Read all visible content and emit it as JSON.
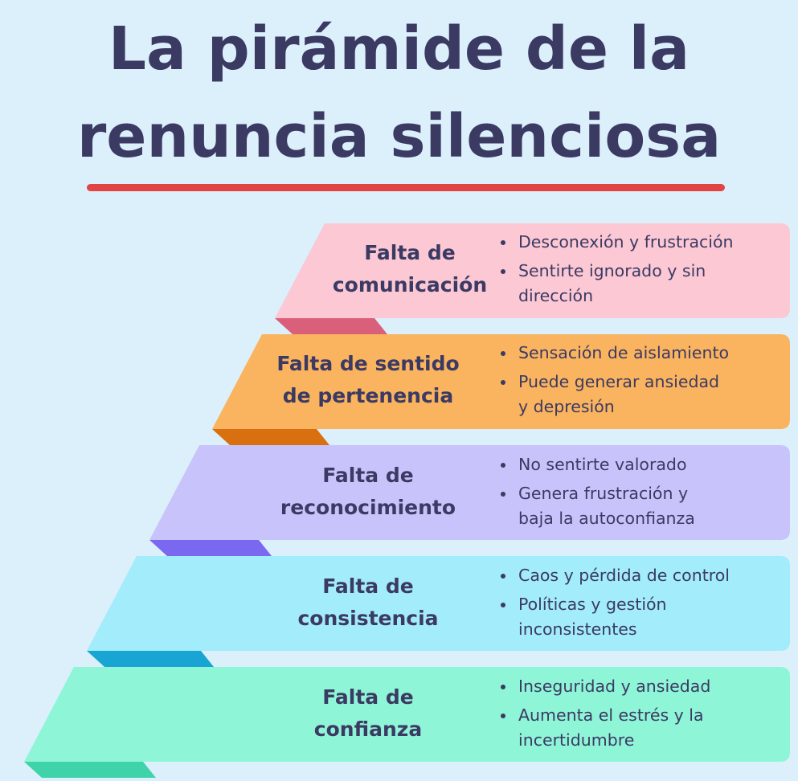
{
  "title": {
    "line1": "La pirámide de la",
    "line2": "renuncia silenciosa"
  },
  "colors": {
    "background": "#dcf0fb",
    "text": "#3b3a63",
    "underline": "#e24444"
  },
  "levels": [
    {
      "title_line1": "Falta de",
      "title_line2": "comunicación",
      "bullet1": "Desconexión y frustración",
      "bullet2_line1": "Sentirte ignorado y sin",
      "bullet2_line2": "dirección",
      "color": "#fbc8d4",
      "shadow_color": "#d95f7a"
    },
    {
      "title_line1": "Falta de sentido",
      "title_line2": "de pertenencia",
      "bullet1": "Sensación de aislamiento",
      "bullet2_line1": "Puede generar ansiedad",
      "bullet2_line2": "y depresión",
      "color": "#fab35e",
      "shadow_color": "#d9700f"
    },
    {
      "title_line1": "Falta de",
      "title_line2": "reconocimiento",
      "bullet1": "No sentirte valorado",
      "bullet2_line1": "Genera frustración y",
      "bullet2_line2": "baja la autoconfianza",
      "color": "#c8c4fb",
      "shadow_color": "#7a68f0"
    },
    {
      "title_line1": "Falta de",
      "title_line2": "consistencia",
      "bullet1": "Caos y pérdida de control",
      "bullet2_line1": "Políticas y gestión",
      "bullet2_line2": "inconsistentes",
      "color": "#a2ecfb",
      "shadow_color": "#19a5d3"
    },
    {
      "title_line1": "Falta de",
      "title_line2": "confianza",
      "bullet1": "Inseguridad y ansiedad",
      "bullet2_line1": "Aumenta el estrés y la",
      "bullet2_line2": "incertidumbre",
      "color": "#8ff5d7",
      "shadow_color": "#3fd3a9"
    }
  ]
}
